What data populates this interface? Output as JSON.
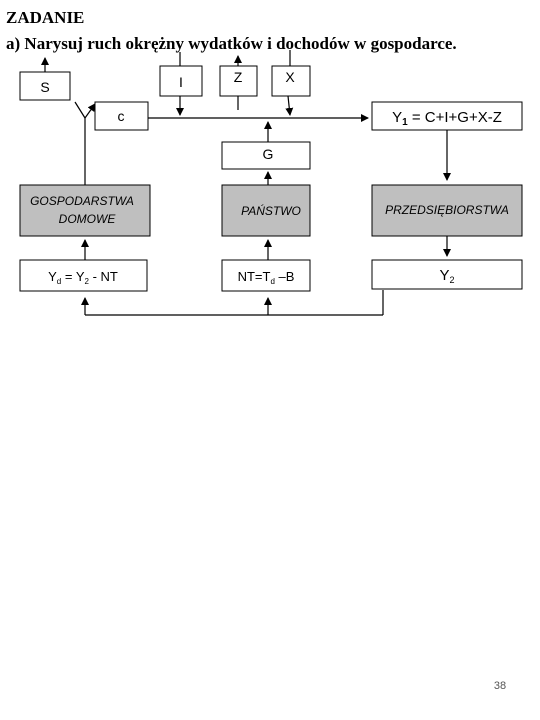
{
  "header": {
    "title": "ZADANIE",
    "subtitle": "a) Narysuj ruch okrężny wydatków i dochodów w gospodarce."
  },
  "boxes": {
    "s": "S",
    "c": "c",
    "i": "I",
    "z": "Z",
    "x": "X",
    "y1_main": "Y",
    "y1_sub": "1",
    "y1_rest": " = C+I+G+X-Z",
    "g": "G",
    "households_line1": "GOSPODARSTWA",
    "households_line2": "DOMOWE",
    "state": "PAŃSTWO",
    "enterprises": "PRZEDSIĘBIORSTWA",
    "yd_a": "Y",
    "yd_sub": "d",
    "yd_b": " = Y",
    "yd_sub2": "2",
    "yd_c": " - NT",
    "nt_a": "NT=T",
    "nt_sub": "d",
    "nt_b": " –B",
    "y2_main": "Y",
    "y2_sub": "2"
  },
  "footer": {
    "page_number": "38"
  }
}
